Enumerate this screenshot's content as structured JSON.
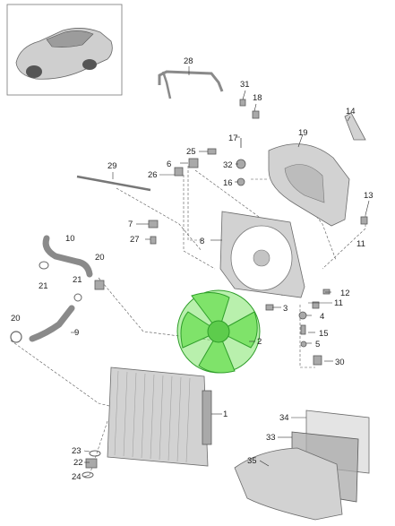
{
  "callouts": {
    "c1": "1",
    "c2": "2",
    "c3": "3",
    "c4": "4",
    "c5": "5",
    "c6": "6",
    "c7": "7",
    "c8": "8",
    "c9": "9",
    "c10": "10",
    "c11a": "11",
    "c11b": "11",
    "c12": "12",
    "c13": "13",
    "c14": "14",
    "c15": "15",
    "c16": "16",
    "c17": "17",
    "c18": "18",
    "c19": "19",
    "c20a": "20",
    "c20b": "20",
    "c21a": "21",
    "c21b": "21",
    "c22": "22",
    "c23": "23",
    "c24": "24",
    "c25": "25",
    "c26": "26",
    "c27": "27",
    "c28": "28",
    "c29": "29",
    "c30": "30",
    "c31": "31",
    "c32": "32",
    "c33": "33",
    "c34": "34",
    "c35": "35"
  },
  "colors": {
    "fan": "#7fe36a",
    "fan_outline": "#2f9e2a",
    "part": "#d2d2d2",
    "outline": "#6b6b6b"
  }
}
